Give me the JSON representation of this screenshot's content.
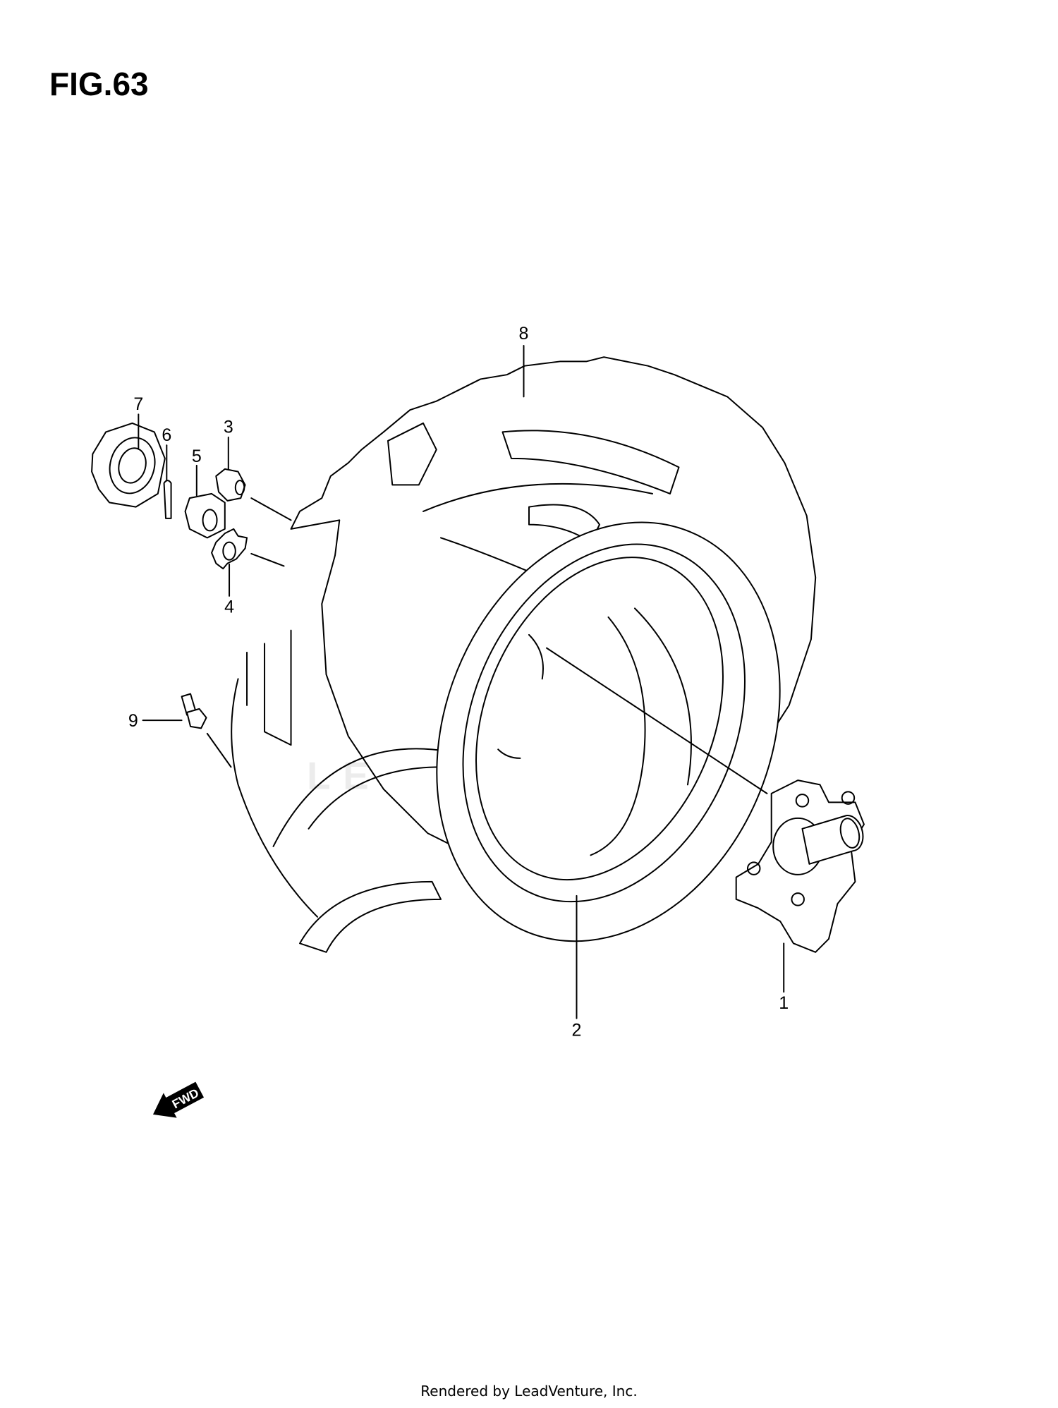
{
  "title": "FIG.63",
  "footer": "Rendered by LeadVenture, Inc.",
  "direction_badge": "FWD",
  "watermark": "LEADVENTURE",
  "callouts": [
    "1",
    "2",
    "3",
    "4",
    "5",
    "6",
    "7",
    "8",
    "9"
  ]
}
